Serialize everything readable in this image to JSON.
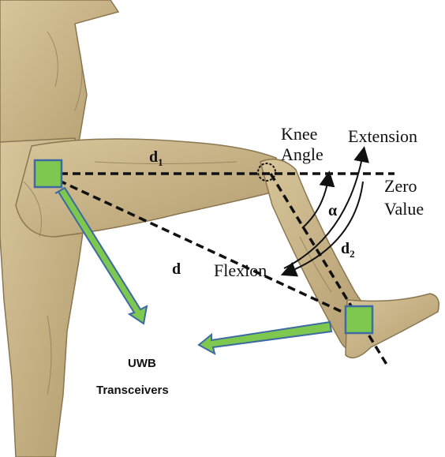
{
  "labels": {
    "d1": "d",
    "d1_sub": "1",
    "d2": "d",
    "d2_sub": "2",
    "d": "d",
    "alpha": "α",
    "knee_angle_line1": "Knee",
    "knee_angle_line2": "Angle",
    "extension": "Extension",
    "zero_value_line1": "Zero",
    "zero_value_line2": "Value",
    "flexion": "Flexion",
    "uwb_line1": "UWB",
    "uwb_line2": "Transceivers"
  },
  "colors": {
    "skin": "#c9b489",
    "skin_shadow": "#9d8860",
    "sensor_fill": "#7ec850",
    "sensor_border": "#3d6aa0",
    "arrow_fill": "#7ec850",
    "arrow_border": "#3d6aa0"
  },
  "icons": {
    "knee_joint": "dashed-circle-icon"
  }
}
